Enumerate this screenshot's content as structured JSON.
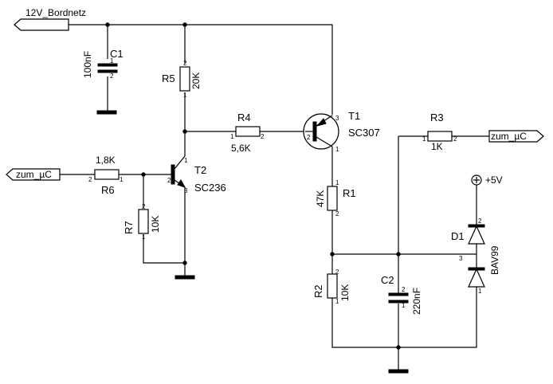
{
  "nets": {
    "supply_12v": "12V_Bordnetz",
    "zum_uc_left": "zum_µC",
    "zum_uc_right": "zum_µC",
    "plus5v": "+5V"
  },
  "components": {
    "c1": {
      "ref": "C1",
      "value": "100nF",
      "pin1": "1",
      "pin2": "2"
    },
    "r5": {
      "ref": "R5",
      "value": "20K",
      "pin1": "1",
      "pin2": "2"
    },
    "r4": {
      "ref": "R4",
      "value": "5,6K",
      "pin1": "1",
      "pin2": "2"
    },
    "t1": {
      "ref": "T1",
      "value": "SC307",
      "pin1": "1",
      "pin2": "2",
      "pin3": "3"
    },
    "r3": {
      "ref": "R3",
      "value": "1K",
      "pin1": "1",
      "pin2": "2"
    },
    "r6": {
      "ref": "R6",
      "value": "1,8K",
      "pin1": "1",
      "pin2": "2"
    },
    "t2": {
      "ref": "T2",
      "value": "SC236",
      "pin1": "1",
      "pin2": "2",
      "pin3": "3"
    },
    "r7": {
      "ref": "R7",
      "value": "10K",
      "pin1": "1",
      "pin2": "2"
    },
    "r1": {
      "ref": "R1",
      "value": "47K",
      "pin1": "1",
      "pin2": "2"
    },
    "r2": {
      "ref": "R2",
      "value": "10K",
      "pin1": "1",
      "pin2": "2"
    },
    "c2": {
      "ref": "C2",
      "value": "220nF",
      "pin1": "1",
      "pin2": "2"
    },
    "d1": {
      "ref": "D1",
      "value": "BAV99",
      "pin1": "1",
      "pin2": "2",
      "pin3": "3"
    }
  }
}
